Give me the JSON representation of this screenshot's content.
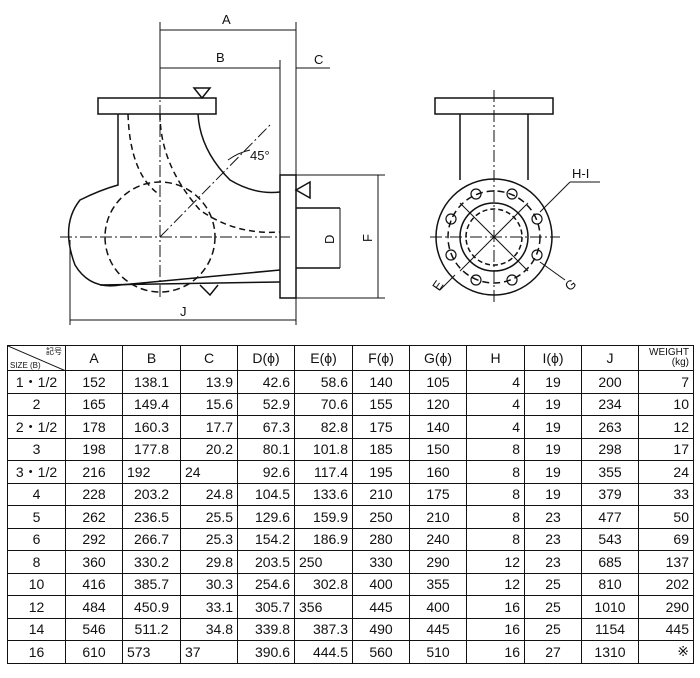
{
  "drawing": {
    "labels": {
      "A": "A",
      "B": "B",
      "C": "C",
      "D": "D",
      "E": "E",
      "F": "F",
      "G": "G",
      "HI": "H-I",
      "J": "J",
      "angle": "45°"
    }
  },
  "table": {
    "corner_top": "記号",
    "corner_bottom": "SIZE (B)",
    "headers": [
      "A",
      "B",
      "C",
      "D(ϕ)",
      "E(ϕ)",
      "F(ϕ)",
      "G(ϕ)",
      "H",
      "I(ϕ)",
      "J"
    ],
    "weight_header": [
      "WEIGHT",
      "(kg)"
    ],
    "rows": [
      [
        "1・1/2",
        "152",
        "138.1",
        "13.9",
        "42.6",
        "58.6",
        "140",
        "105",
        "4",
        "19",
        "200",
        "7"
      ],
      [
        "2",
        "165",
        "149.4",
        "15.6",
        "52.9",
        "70.6",
        "155",
        "120",
        "4",
        "19",
        "234",
        "10"
      ],
      [
        "2・1/2",
        "178",
        "160.3",
        "17.7",
        "67.3",
        "82.8",
        "175",
        "140",
        "4",
        "19",
        "263",
        "12"
      ],
      [
        "3",
        "198",
        "177.8",
        "20.2",
        "80.1",
        "101.8",
        "185",
        "150",
        "8",
        "19",
        "298",
        "17"
      ],
      [
        "3・1/2",
        "216",
        "192",
        "24",
        "92.6",
        "117.4",
        "195",
        "160",
        "8",
        "19",
        "355",
        "24"
      ],
      [
        "4",
        "228",
        "203.2",
        "24.8",
        "104.5",
        "133.6",
        "210",
        "175",
        "8",
        "19",
        "379",
        "33"
      ],
      [
        "5",
        "262",
        "236.5",
        "25.5",
        "129.6",
        "159.9",
        "250",
        "210",
        "8",
        "23",
        "477",
        "50"
      ],
      [
        "6",
        "292",
        "266.7",
        "25.3",
        "154.2",
        "186.9",
        "280",
        "240",
        "8",
        "23",
        "543",
        "69"
      ],
      [
        "8",
        "360",
        "330.2",
        "29.8",
        "203.5",
        "250",
        "330",
        "290",
        "12",
        "23",
        "685",
        "137"
      ],
      [
        "10",
        "416",
        "385.7",
        "30.3",
        "254.6",
        "302.8",
        "400",
        "355",
        "12",
        "25",
        "810",
        "202"
      ],
      [
        "12",
        "484",
        "450.9",
        "33.1",
        "305.7",
        "356",
        "445",
        "400",
        "16",
        "25",
        "1010",
        "290"
      ],
      [
        "14",
        "546",
        "511.2",
        "34.8",
        "339.8",
        "387.3",
        "490",
        "445",
        "16",
        "25",
        "1154",
        "445"
      ],
      [
        "16",
        "610",
        "573",
        "37",
        "390.6",
        "444.5",
        "560",
        "510",
        "16",
        "27",
        "1310",
        "※"
      ]
    ]
  }
}
